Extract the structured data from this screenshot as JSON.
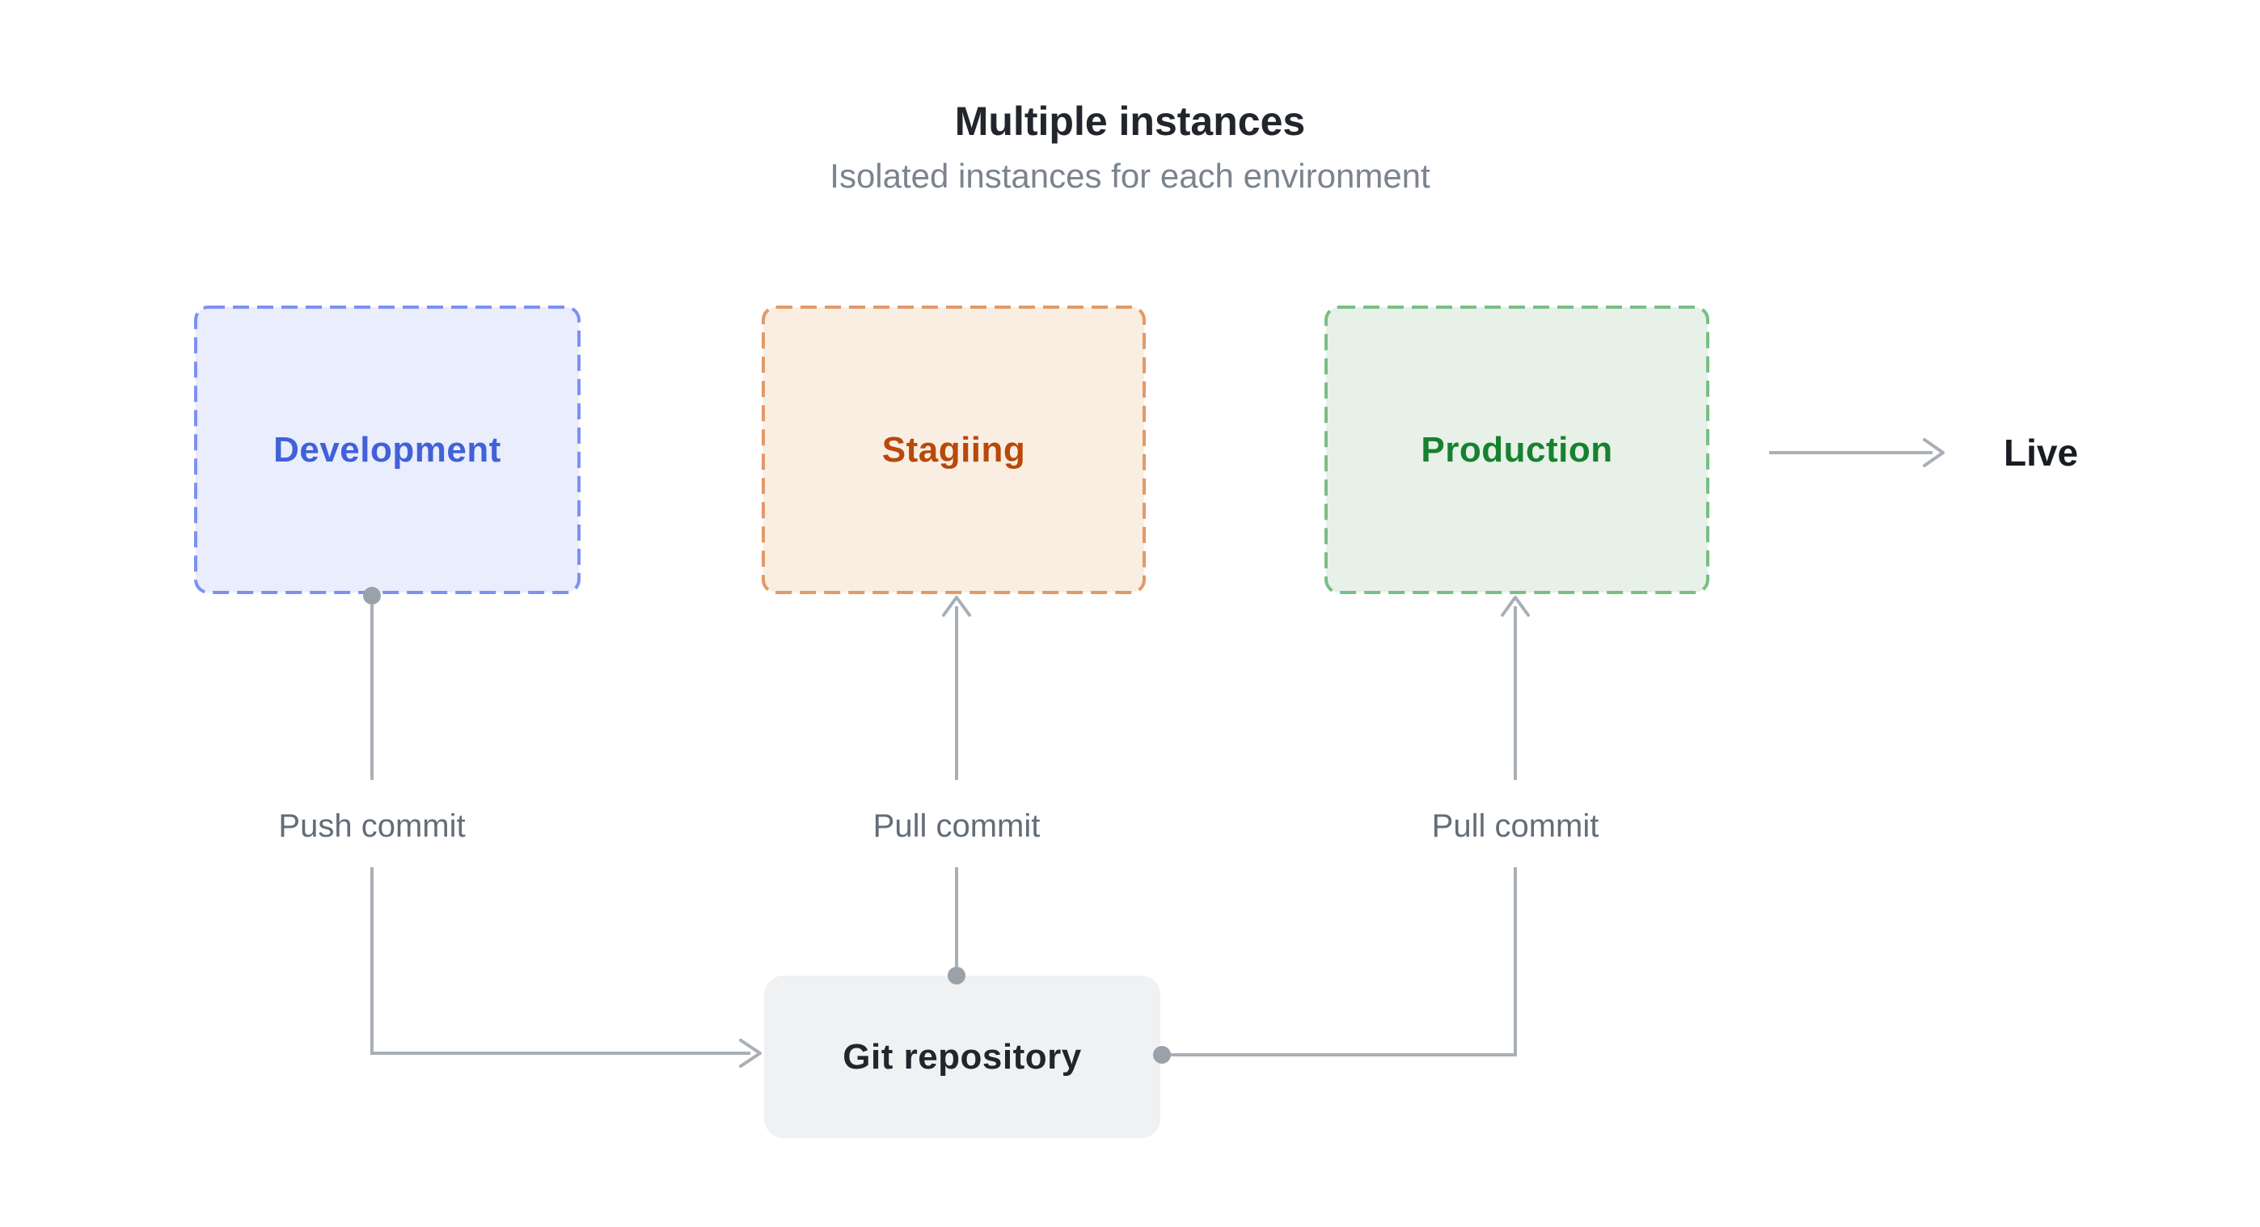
{
  "diagram": {
    "title": "Multiple instances",
    "subtitle": "Isolated instances for each environment",
    "nodes": {
      "development": {
        "label": "Development",
        "text_color": "#4161d8",
        "border_color": "#7e91f1",
        "fill_color": "#e9edfc"
      },
      "staging": {
        "label": "Stagiing",
        "text_color": "#b8490b",
        "border_color": "#e29a68",
        "fill_color": "#faeee2"
      },
      "production": {
        "label": "Production",
        "text_color": "#17812f",
        "border_color": "#79bf85",
        "fill_color": "#e7f1e8"
      },
      "git_repository": {
        "label": "Git repository",
        "text_color": "#21262c",
        "fill_color": "#f0f1f3"
      }
    },
    "live": {
      "label": "Live",
      "text_color": "#191d23"
    },
    "edges": {
      "push_commit": {
        "label": "Push commit"
      },
      "pull_commit_staging": {
        "label": "Pull commit"
      },
      "pull_commit_production": {
        "label": "Pull commit"
      }
    },
    "connector_color": "#a9afb6",
    "dot_color": "#9aa1a9",
    "edge_label_color": "#636d78",
    "title_color": "#22262c",
    "subtitle_color": "#7b838e"
  }
}
